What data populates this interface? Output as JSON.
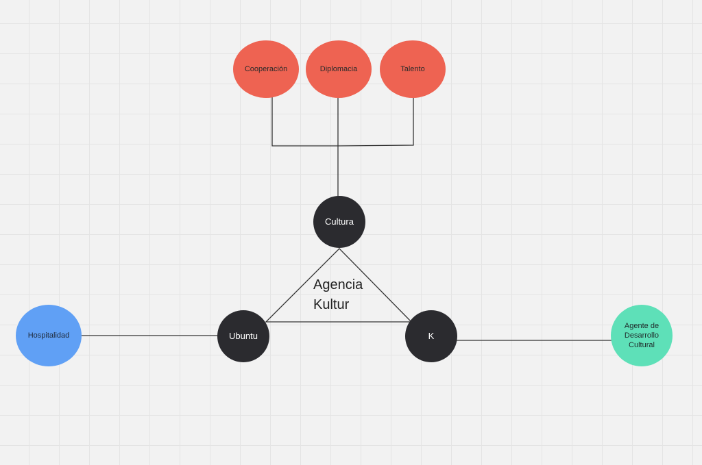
{
  "diagram": {
    "center_label": "Agencia\nKultur",
    "nodes": {
      "cooperacion": {
        "label": "Cooperación",
        "color": "#ee6352"
      },
      "diplomacia": {
        "label": "Diplomacia",
        "color": "#ee6352"
      },
      "talento": {
        "label": "Talento",
        "color": "#ee6352"
      },
      "cultura": {
        "label": "Cultura",
        "color": "#2b2b2f"
      },
      "ubuntu": {
        "label": "Ubuntu",
        "color": "#2b2b2f"
      },
      "k": {
        "label": "K",
        "color": "#2b2b2f"
      },
      "hospitalidad": {
        "label": "Hospitalidad",
        "color": "#60a0f5"
      },
      "agente": {
        "label": "Agente de\nDesarrollo\nCultural",
        "color": "#5ee0b8"
      }
    },
    "edges": [
      [
        "cooperacion",
        "cultura"
      ],
      [
        "diplomacia",
        "cultura"
      ],
      [
        "talento",
        "cultura"
      ],
      [
        "cultura",
        "ubuntu"
      ],
      [
        "cultura",
        "k"
      ],
      [
        "ubuntu",
        "k"
      ],
      [
        "hospitalidad",
        "ubuntu"
      ],
      [
        "k",
        "agente"
      ]
    ]
  }
}
